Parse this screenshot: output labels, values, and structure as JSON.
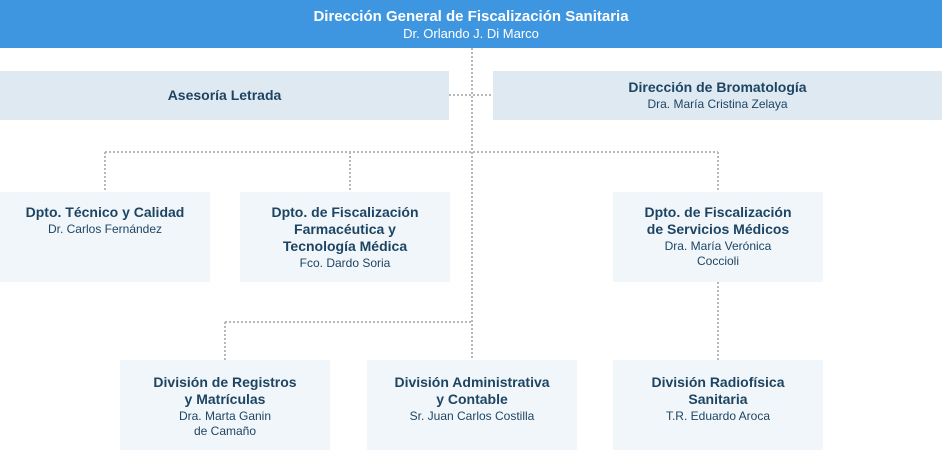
{
  "director": {
    "title": "Dirección General de Fiscalización Sanitaria",
    "person": "Dr. Orlando J. Di Marco"
  },
  "advisory": {
    "title": "Asesoría Letrada"
  },
  "bromatology": {
    "title": "Dirección de Bromatología",
    "person": "Dra. María Cristina Zelaya"
  },
  "departments": [
    {
      "title": "Dpto. Técnico y Calidad",
      "person": "Dr. Carlos Fernández"
    },
    {
      "title": "Dpto. de Fiscalización\nFarmacéutica y\nTecnología Médica",
      "person": "Fco. Dardo Soria"
    },
    {
      "title": "Dpto. de Fiscalización\nde Servicios Médicos",
      "person": "Dra. María Verónica\nCoccioli"
    }
  ],
  "divisions": [
    {
      "title": "División de Registros\ny Matrículas",
      "person": "Dra. Marta Ganin\nde Camaño"
    },
    {
      "title": "División Administrativa\ny Contable",
      "person": "Sr. Juan Carlos  Costilla"
    },
    {
      "title": "División Radiofísica\nSanitaria",
      "person": "T.R. Eduardo Aroca"
    }
  ],
  "colors": {
    "header": "#3f96e0",
    "box_light": "#dfe9f2",
    "box_pale": "#f1f6fa",
    "text": "#1d4563",
    "connector": "#b5b9bd"
  }
}
